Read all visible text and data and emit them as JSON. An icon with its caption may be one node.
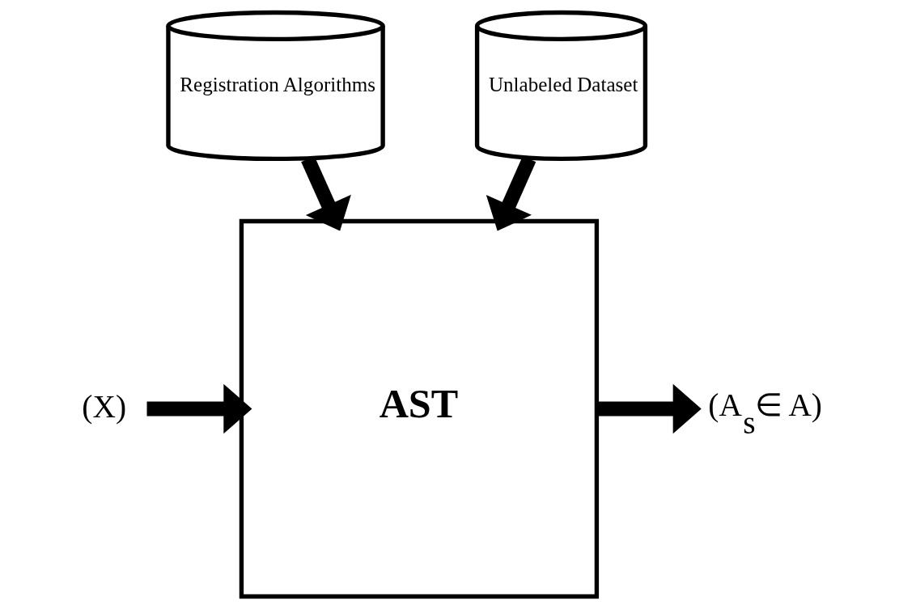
{
  "diagram": {
    "nodes": [
      {
        "text": [
          "Registration Algorithms"
        ]
      },
      {
        "text": [
          "Unlabeled Dataset"
        ]
      },
      {
        "text": [
          "AST"
        ]
      },
      {
        "text": [
          "(X)"
        ]
      },
      {
        "text": [
          "(A$_{s}$∈ A)"
        ]
      }
    ],
    "edges": [
      {
        "from": 0,
        "to": 2,
        "arrow": "to"
      },
      {
        "from": 1,
        "to": 2,
        "arrow": "to"
      },
      {
        "from": 3,
        "to": 2,
        "arrow": "to"
      },
      {
        "from": 2,
        "to": 4,
        "arrow": "to"
      }
    ]
  }
}
